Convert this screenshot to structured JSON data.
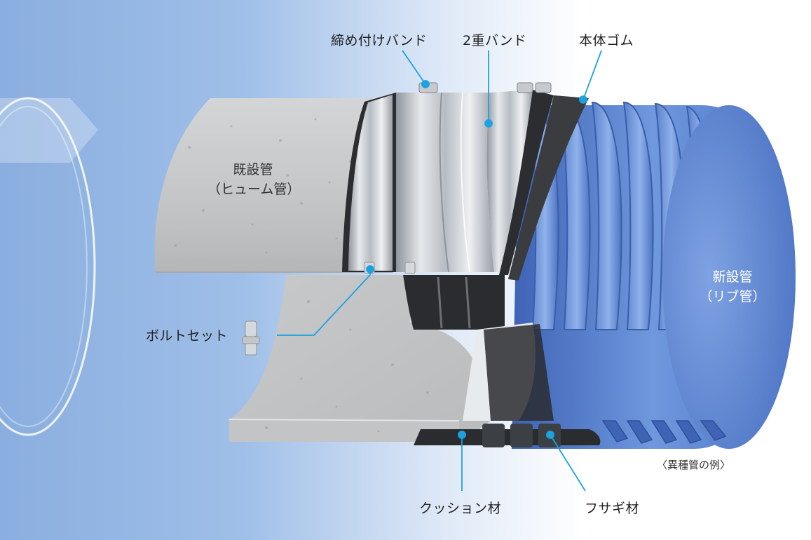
{
  "labels": {
    "tightening_band": "締め付けバンド",
    "double_band": "2重バンド",
    "body_rubber": "本体ゴム",
    "existing_pipe": "既設管",
    "existing_pipe_type": "（ヒューム管）",
    "new_pipe": "新設管",
    "new_pipe_type": "（リブ管）",
    "bolt_set": "ボルトセット",
    "cushion_material": "クッション材",
    "plug_material": "フサギ材",
    "caption": "〈異種管の例〉"
  },
  "colors": {
    "background_left": "#8aaedf",
    "background_right": "#ffffff",
    "leader_line": "#1aa3e0",
    "concrete": "#c9cacb",
    "steel_band": "#b9bec4",
    "rubber": "#2a2c2f",
    "rib_pipe": "#5a84cf"
  }
}
